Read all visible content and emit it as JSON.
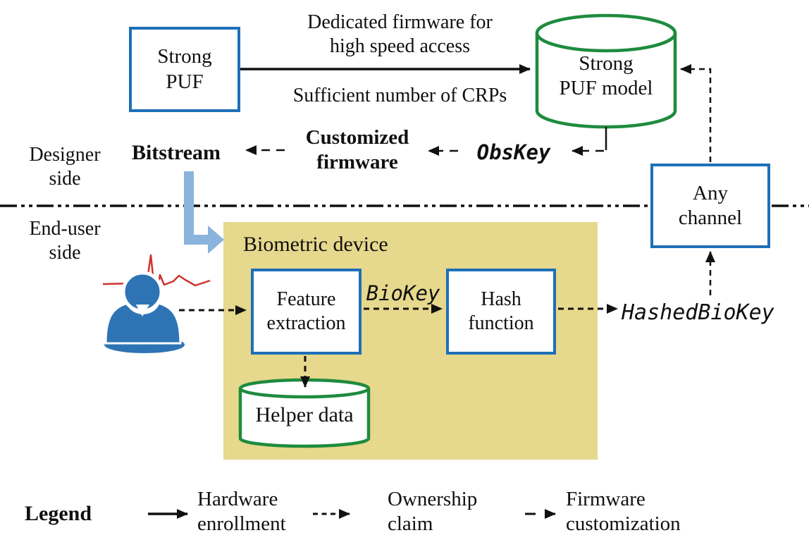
{
  "diagram_type": "system-architecture",
  "colors": {
    "box_border_blue": "#1E6FB8",
    "cylinder_green": "#1E8B3E",
    "device_background": "#E6D88C",
    "deploy_arrow_blue": "#8AB4DC",
    "ecg_red": "#CB342C",
    "person_blue": "#2E74B5",
    "line_black": "#111111"
  },
  "designer_side": {
    "label": "Designer\nside",
    "strong_puf": "Strong\nPUF",
    "strong_puf_model": "Strong\nPUF model",
    "dedicated_firmware": "Dedicated firmware for\nhigh speed access",
    "sufficient_crps": "Sufficient number of CRPs",
    "bitstream": "Bitstream",
    "customized_firmware": "Customized\nfirmware",
    "obskey": "ObsKey"
  },
  "end_user_side": {
    "label": "End-user\nside",
    "biometric_device": "Biometric device",
    "feature_extraction": "Feature\nextraction",
    "biokey": "BioKey",
    "hash_function": "Hash\nfunction",
    "hashed_biokey": "HashedBioKey",
    "helper_data": "Helper data"
  },
  "any_channel": "Any\nchannel",
  "legend": {
    "title": "Legend",
    "items": [
      {
        "label": "Hardware\nenrollment",
        "line_style": "solid"
      },
      {
        "label": "Ownership\nclaim",
        "line_style": "dashed"
      },
      {
        "label": "Firmware\ncustomization",
        "line_style": "long-dash"
      }
    ]
  }
}
